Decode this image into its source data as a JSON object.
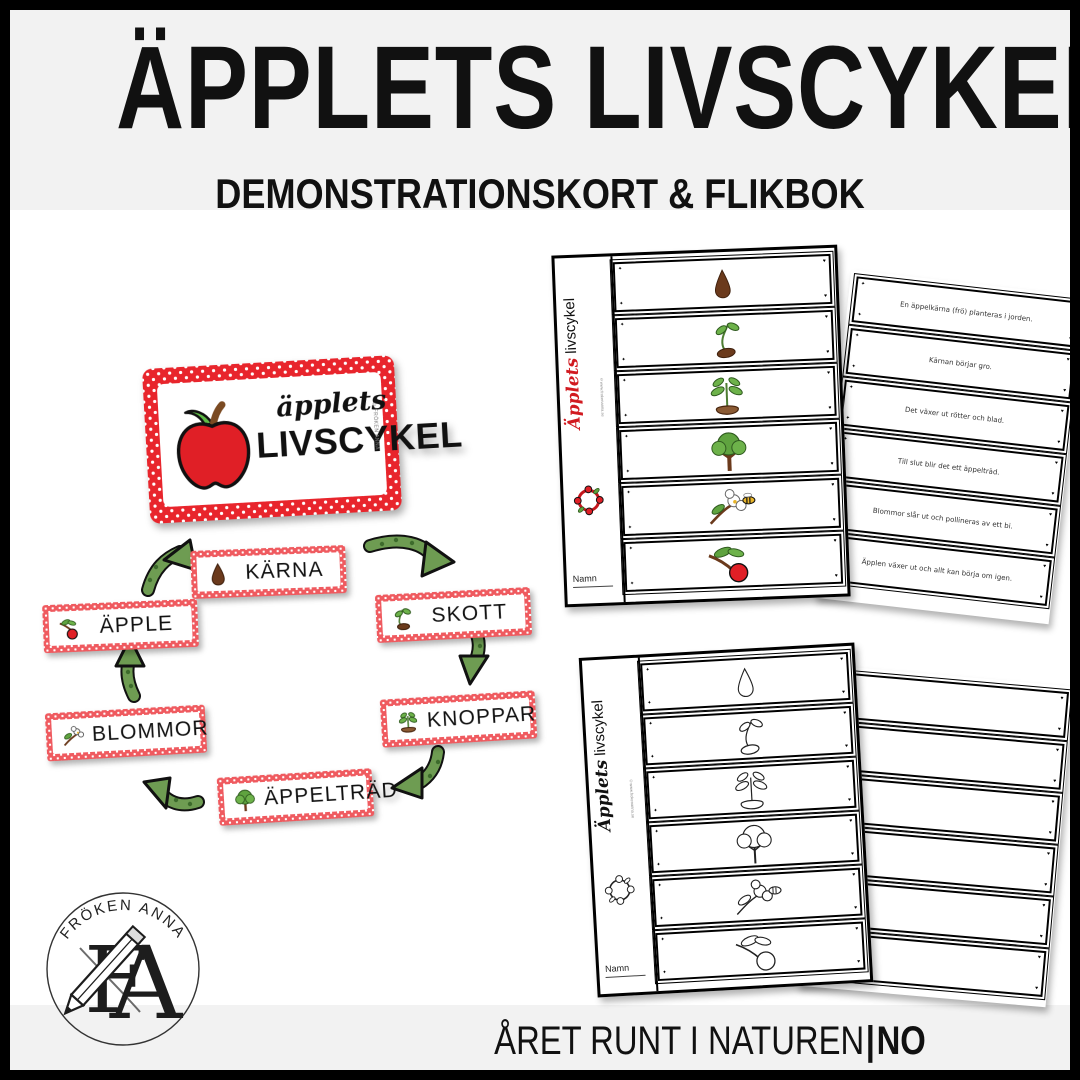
{
  "header": {
    "title": "ÄPPLETS LIVSCYKEL",
    "subtitle": "DEMONSTRATIONSKORT & FLIKBOK"
  },
  "footer": {
    "series": "ÅRET RUNT I NATUREN",
    "separator": "|",
    "subject": "NO"
  },
  "logo": {
    "arc_text": "FRÖKEN ANNA",
    "monogram": "FA",
    "pencil_icon": "pencil-icon"
  },
  "title_card": {
    "script_word": "äpplets",
    "main_word": "LIVSCYKEL",
    "credit": "©FRÖKEN ANNA",
    "icon": "red-apple-icon",
    "border_color": "#e8252c",
    "dot_color": "#ffffff"
  },
  "cycle": {
    "cards": [
      {
        "label": "KÄRNA",
        "icon": "apple-seed-icon"
      },
      {
        "label": "SKOTT",
        "icon": "sprout-icon"
      },
      {
        "label": "KNOPPAR",
        "icon": "seedling-pot-icon"
      },
      {
        "label": "ÄPPELTRÄD",
        "icon": "apple-tree-icon"
      },
      {
        "label": "BLOMMOR",
        "icon": "apple-blossom-icon"
      },
      {
        "label": "ÄPPLE",
        "icon": "apple-branch-icon"
      }
    ],
    "arrow_color": "#5f8f4a",
    "card_border_color": "#ef5a5f"
  },
  "flipbook_color": {
    "spine_script": "Äpplets",
    "spine_plain": " livscykel",
    "credit": "©www.frokenanna.se",
    "name_label": "Namn",
    "flaps": [
      {
        "icon": "apple-seed-icon"
      },
      {
        "icon": "sprout-icon"
      },
      {
        "icon": "seedling-pot-icon"
      },
      {
        "icon": "apple-tree-icon"
      },
      {
        "icon": "blossom-bee-icon"
      },
      {
        "icon": "apple-branch-icon"
      }
    ]
  },
  "flipbook_bw": {
    "spine_script": "Äpplets",
    "spine_plain": " livscykel",
    "credit": "©www.frokenanna.se",
    "name_label": "Namn",
    "flaps": [
      {
        "icon": "apple-seed-outline-icon"
      },
      {
        "icon": "sprout-outline-icon"
      },
      {
        "icon": "seedling-pot-outline-icon"
      },
      {
        "icon": "apple-tree-outline-icon"
      },
      {
        "icon": "blossom-bee-outline-icon"
      },
      {
        "icon": "apple-branch-outline-icon"
      }
    ]
  },
  "text_page": {
    "strips": [
      "En äppelkärna (frö) planteras i jorden.",
      "Kärnan börjar gro.",
      "Det växer ut rötter och blad.",
      "Till slut blir det ett äppelträd.",
      "Blommor slår ut och pollineras av ett bi.",
      "Äpplen växer ut och allt kan börja om igen."
    ]
  },
  "blank_page": {
    "strips": [
      "",
      "",
      "",
      "",
      "",
      ""
    ]
  },
  "colors": {
    "background": "#ffffff",
    "band": "#f2f2f2",
    "frame": "#000000",
    "accent_red": "#e8252c",
    "accent_green": "#5f8f4a",
    "brown": "#6b3a1c"
  }
}
